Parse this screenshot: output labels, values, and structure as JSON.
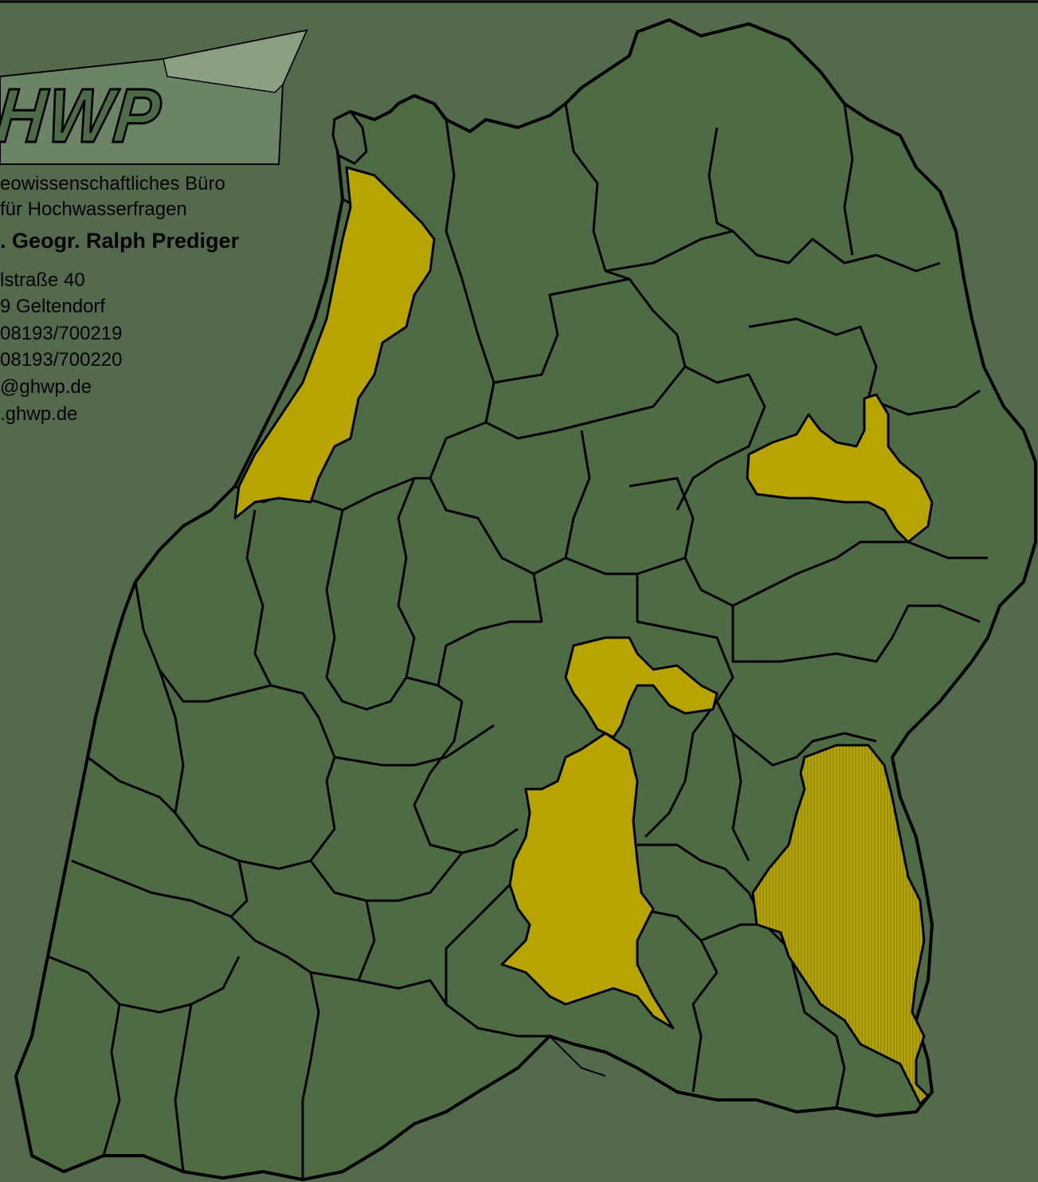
{
  "map": {
    "background": "#546a4c",
    "district_fill": "#4f6b45",
    "highlight_fill": "#b8a400",
    "border_color": "#000000",
    "highlighted_regions": [
      "region-rhine-north",
      "region-east",
      "region-center",
      "region-south-center",
      "region-south-east"
    ]
  },
  "office": {
    "logo": "HWP",
    "line1": "eowissenschaftliches Büro",
    "line2": "für Hochwasserfragen",
    "name": ". Geogr. Ralph Prediger",
    "street": "lstraße 40",
    "city": "9 Geltendorf",
    "phone": "08193/700219",
    "fax": "08193/700220",
    "email": "@ghwp.de",
    "web": ".ghwp.de"
  }
}
